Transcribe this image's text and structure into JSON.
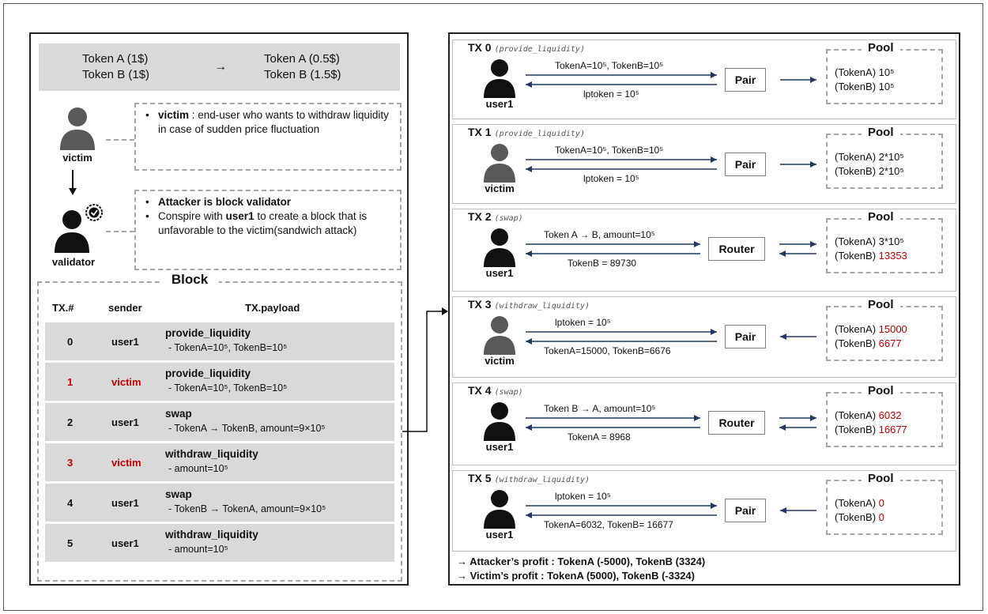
{
  "price_change": {
    "before_a": "Token A (1$)",
    "before_b": "Token B (1$)",
    "arrow": "→",
    "after_a": "Token A (0.5$)",
    "after_b": "Token B (1.5$)"
  },
  "actors": {
    "victim_label": "victim",
    "validator_label": "validator"
  },
  "victim_note": {
    "bold": "victim",
    "text": " : end-user who wants to withdraw liquidity in case of sudden price fluctuation"
  },
  "validator_note": {
    "line1": "Attacker is block validator",
    "line2_pre": "Conspire with ",
    "line2_bold": "user1",
    "line2_post": " to create a block that is unfavorable to the victim(sandwich attack)"
  },
  "block": {
    "title": "Block",
    "headers": [
      "TX.#",
      "sender",
      "TX.payload"
    ],
    "rows": [
      {
        "num": "0",
        "sender": "user1",
        "op": "provide_liquidity",
        "detail": "- TokenA=10⁵, TokenB=10⁵",
        "highlight": false
      },
      {
        "num": "1",
        "sender": "victim",
        "op": "provide_liquidity",
        "detail": "- TokenA=10⁵, TokenB=10⁵",
        "highlight": true
      },
      {
        "num": "2",
        "sender": "user1",
        "op": "swap",
        "detail": "- TokenA → TokenB, amount=9×10⁵",
        "highlight": false
      },
      {
        "num": "3",
        "sender": "victim",
        "op": "withdraw_liquidity",
        "detail": "- amount=10⁵",
        "highlight": true
      },
      {
        "num": "4",
        "sender": "user1",
        "op": "swap",
        "detail": "- TokenB → TokenA, amount=9×10⁵",
        "highlight": false
      },
      {
        "num": "5",
        "sender": "user1",
        "op": "withdraw_liquidity",
        "detail": "- amount=10⁵",
        "highlight": false
      }
    ]
  },
  "txs": [
    {
      "id": "TX 0",
      "tag": "(provide_liquidity)",
      "user": "user1",
      "user_color": "#111111",
      "top_label": "TokenA=10⁵, TokenB=10⁵",
      "bottom_label": "lptoken = 10⁵",
      "op": "Pair",
      "pool_title": "Pool",
      "pool_a_prefix": "(TokenA) ",
      "pool_a": "10⁵",
      "pool_b_prefix": "(TokenB) ",
      "pool_b": "10⁵",
      "pool_a_red": false,
      "pool_b_red": false
    },
    {
      "id": "TX 1",
      "tag": "(provide_liquidity)",
      "user": "victim",
      "user_color": "#595959",
      "top_label": "TokenA=10⁵, TokenB=10⁵",
      "bottom_label": "lptoken = 10⁵",
      "op": "Pair",
      "pool_title": "Pool",
      "pool_a_prefix": "(TokenA) ",
      "pool_a": "2*10⁵",
      "pool_b_prefix": "(TokenB) ",
      "pool_b": "2*10⁵",
      "pool_a_red": false,
      "pool_b_red": false
    },
    {
      "id": "TX 2",
      "tag": "(swap)",
      "user": "user1",
      "user_color": "#111111",
      "top_label": "Token A → B, amount=10⁵",
      "bottom_label": "TokenB = 89730",
      "op": "Router",
      "pool_title": "Pool",
      "pool_a_prefix": "(TokenA) ",
      "pool_a": "3*10⁵",
      "pool_b_prefix": "(TokenB) ",
      "pool_b": "13353",
      "pool_a_red": false,
      "pool_b_red": true
    },
    {
      "id": "TX 3",
      "tag": "(withdraw_liquidity)",
      "user": "victim",
      "user_color": "#595959",
      "top_label": "lptoken = 10⁵",
      "bottom_label": "TokenA=15000, TokenB=6676",
      "op": "Pair",
      "pool_title": "Pool",
      "pool_a_prefix": "(TokenA) ",
      "pool_a": "15000",
      "pool_b_prefix": "(TokenB) ",
      "pool_b": "6677",
      "pool_a_red": true,
      "pool_b_red": true
    },
    {
      "id": "TX 4",
      "tag": "(swap)",
      "user": "user1",
      "user_color": "#111111",
      "top_label": "Token B → A, amount=10⁵",
      "bottom_label": "TokenA = 8968",
      "op": "Router",
      "pool_title": "Pool",
      "pool_a_prefix": "(TokenA) ",
      "pool_a": "6032",
      "pool_b_prefix": "(TokenB) ",
      "pool_b": "16677",
      "pool_a_red": true,
      "pool_b_red": true
    },
    {
      "id": "TX 5",
      "tag": "(withdraw_liquidity)",
      "user": "user1",
      "user_color": "#111111",
      "top_label": "lptoken = 10⁵",
      "bottom_label": "TokenA=6032, TokenB= 16677",
      "op": "Pair",
      "pool_title": "Pool",
      "pool_a_prefix": "(TokenA) ",
      "pool_a": "0",
      "pool_b_prefix": "(TokenB) ",
      "pool_b": "0",
      "pool_a_red": true,
      "pool_b_red": true
    }
  ],
  "profits": {
    "attacker": "→ Attacker’s profit : TokenA (-5000), TokenB (3324)",
    "victim": "→ Victim’s profit : TokenA (5000), TokenB (-3324)"
  },
  "colors": {
    "arrow_navy": "#1f3864",
    "red": "#c00000",
    "victim_gray": "#595959",
    "row_gray": "#d9d9d9"
  },
  "icons": [
    "person-icon",
    "verified-badge-icon",
    "arrow-icon"
  ]
}
